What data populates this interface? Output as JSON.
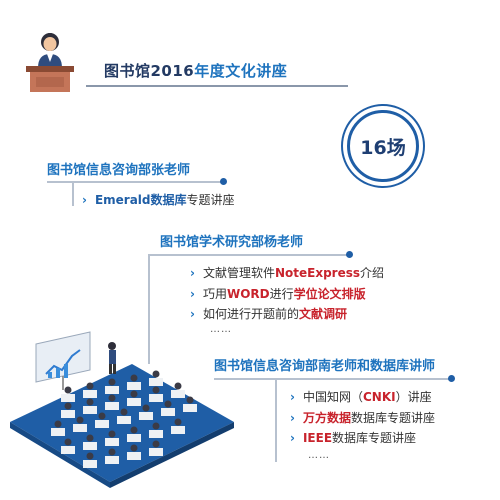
{
  "title": {
    "prefix": "图书馆2016",
    "accent": "年度文化讲座"
  },
  "count": "16场",
  "sections": [
    {
      "heading": "图书馆信息咨询部张老师",
      "items": [
        {
          "bold": "Emerald数据库",
          "rest": "专题讲座"
        }
      ]
    },
    {
      "heading": "图书馆学术研究部杨老师",
      "items": [
        {
          "pre": "文献管理软件",
          "bold": "NoteExpress",
          "post": "介绍"
        },
        {
          "pre": "巧用",
          "bold": "WORD",
          "mid": "进行",
          "bold2": "学位论文排版"
        },
        {
          "pre": "如何进行开题前的",
          "bold": "文献调研"
        }
      ],
      "more": "……"
    },
    {
      "heading": "图书馆信息咨询部南老师和数据库讲师",
      "items": [
        {
          "pre": "中国知网（",
          "bold": "CNKI",
          "post": "）讲座"
        },
        {
          "bold": "万方数据",
          "rest": "数据库专题讲座"
        },
        {
          "bold": "IEEE",
          "rest": "数据库专题讲座"
        }
      ],
      "more": "……"
    }
  ],
  "colors": {
    "accent_blue": "#1e73be",
    "navy": "#233a63",
    "red": "#c8232c",
    "podium": "#c47559"
  }
}
